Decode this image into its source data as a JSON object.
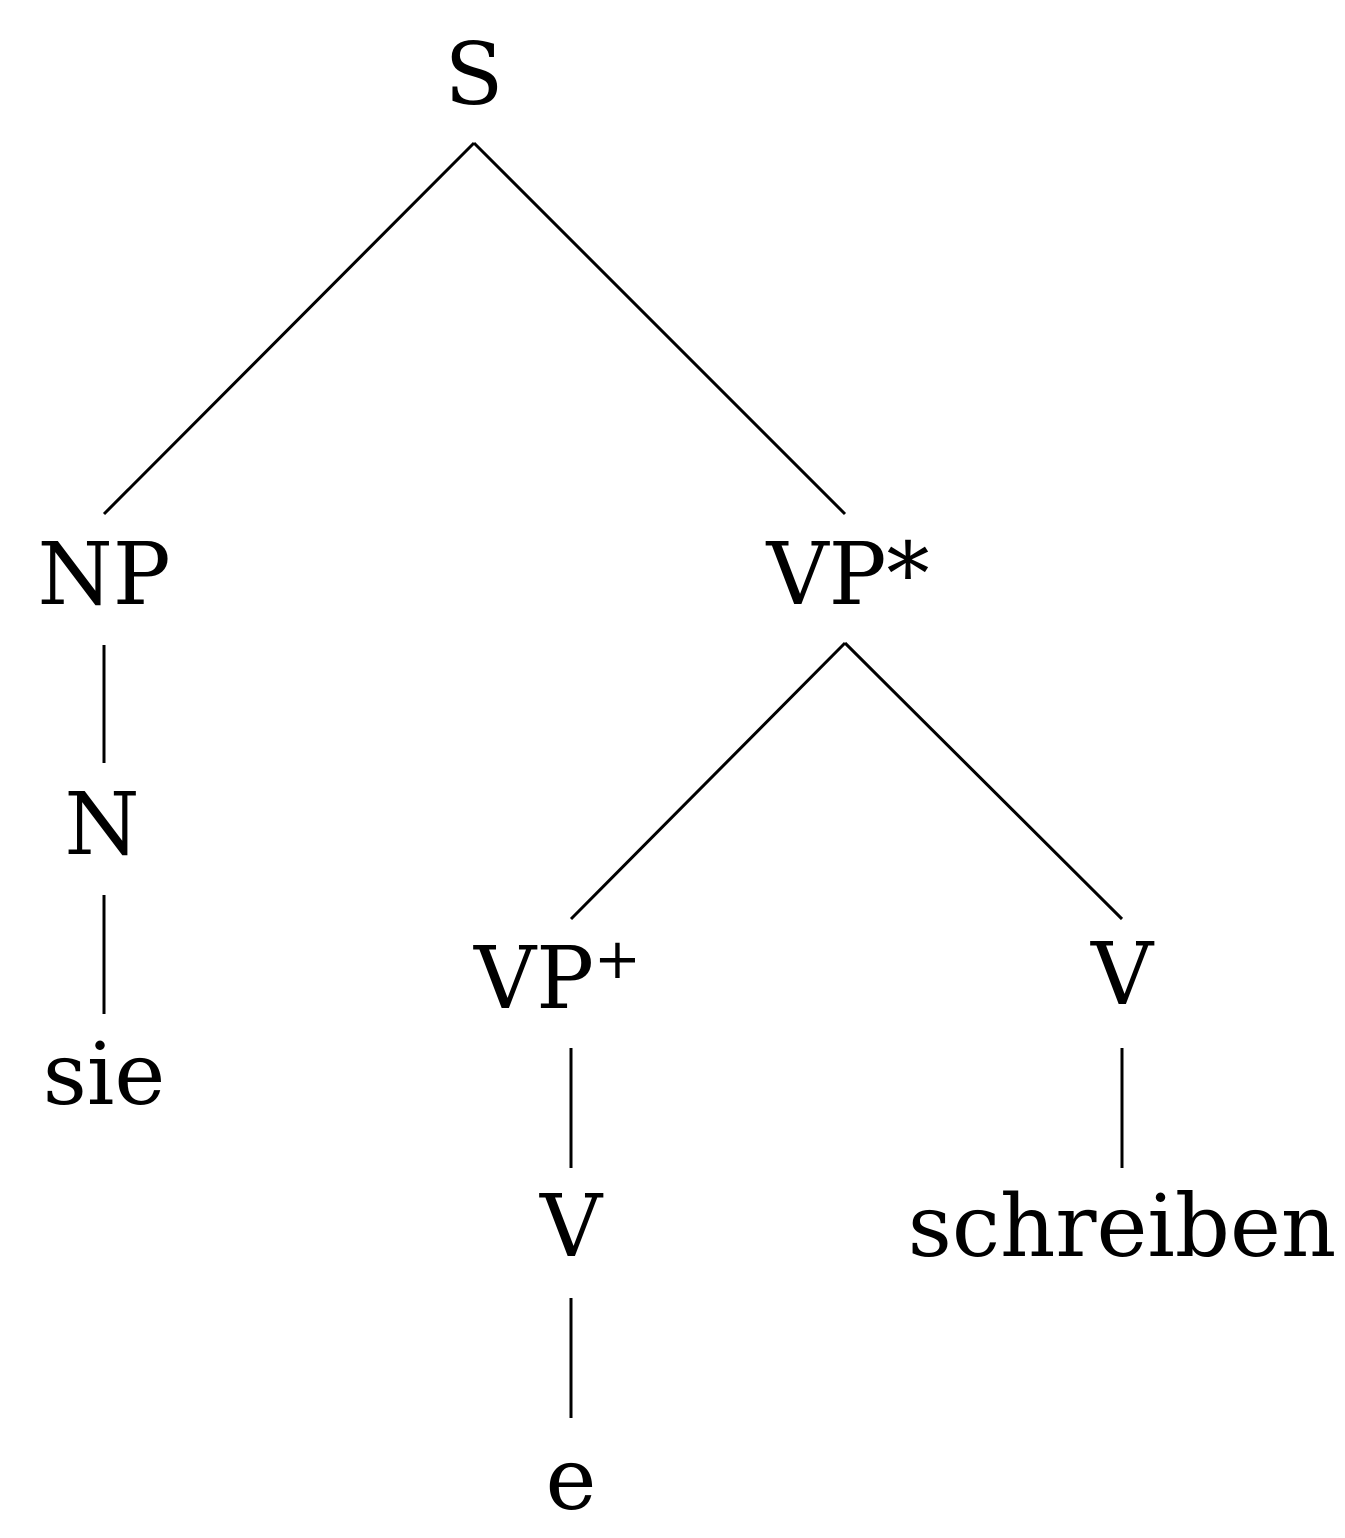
{
  "diagram": {
    "type": "syntax-tree",
    "nodes": {
      "s": "S",
      "np": "NP",
      "vp_star": "VP*",
      "n": "N",
      "sie": "sie",
      "vp_plus": "VP",
      "vp_plus_sup": "+",
      "v_right": "V",
      "v_left": "V",
      "schreiben": "schreiben",
      "e": "e"
    },
    "edges": [
      [
        "S",
        "NP"
      ],
      [
        "S",
        "VP*"
      ],
      [
        "NP",
        "N"
      ],
      [
        "N",
        "sie"
      ],
      [
        "VP*",
        "VP+"
      ],
      [
        "VP*",
        "V"
      ],
      [
        "VP+",
        "V"
      ],
      [
        "V",
        "e"
      ],
      [
        "V",
        "schreiben"
      ]
    ],
    "colors": {
      "line": "#000000",
      "text": "#000000",
      "background": "#ffffff"
    }
  }
}
